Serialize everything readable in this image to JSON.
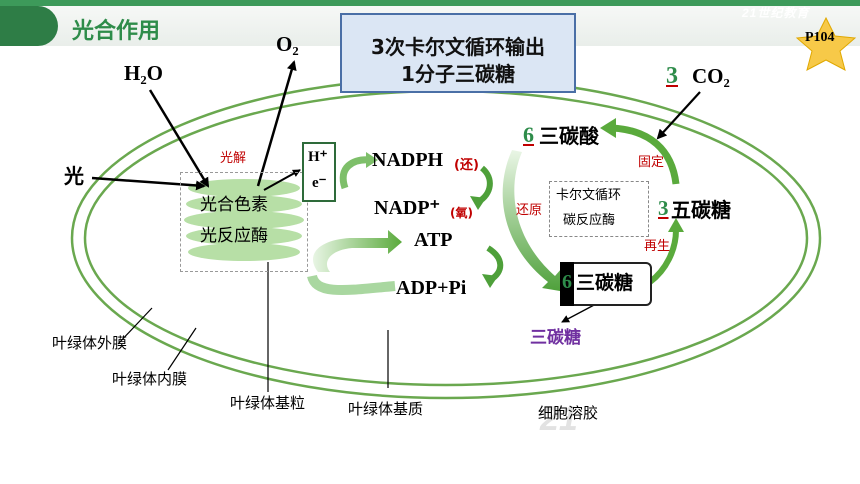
{
  "header": {
    "title": "光合作用",
    "logo_text": "21世纪教育"
  },
  "callout": {
    "line1": "3次卡尔文循环输出",
    "line2": "1分子三碳糖"
  },
  "page_ref": "P104",
  "inputs": {
    "water": "H₂O",
    "oxygen": "O₂",
    "light": "光",
    "co2_coef": "3",
    "co2": "CO₂"
  },
  "thylakoid": {
    "photolysis": "光解",
    "line1": "光合色素",
    "line2": "光反应酶"
  },
  "carriers": {
    "h_plus": "H⁺",
    "e_minus": "e⁻",
    "nadph": "NADPH",
    "nadph_tag": "(还)",
    "nadp": "NADP⁺",
    "nadp_tag": "(氧)",
    "atp": "ATP",
    "adp": "ADP+Pi"
  },
  "calvin": {
    "label1": "卡尔文循环",
    "label2": "碳反应酶",
    "acid_coef": "6",
    "acid": "三碳酸",
    "pentose_coef": "3",
    "pentose": "五碳糖",
    "triose_coef": "6",
    "triose": "三碳糖",
    "fixation": "固定",
    "reduction": "还原",
    "regeneration": "再生",
    "output": "三碳糖"
  },
  "labels": {
    "outer_membrane": "叶绿体外膜",
    "inner_membrane": "叶绿体内膜",
    "grana": "叶绿体基粒",
    "stroma": "叶绿体基质",
    "cytosol": "细胞溶胶"
  },
  "colors": {
    "accent_green": "#2e8c4a",
    "red_text": "#c00000",
    "purple": "#7030a0",
    "callout_fill": "#dbe6f4",
    "callout_border": "#4a6fa6",
    "star": "#f7c948"
  }
}
